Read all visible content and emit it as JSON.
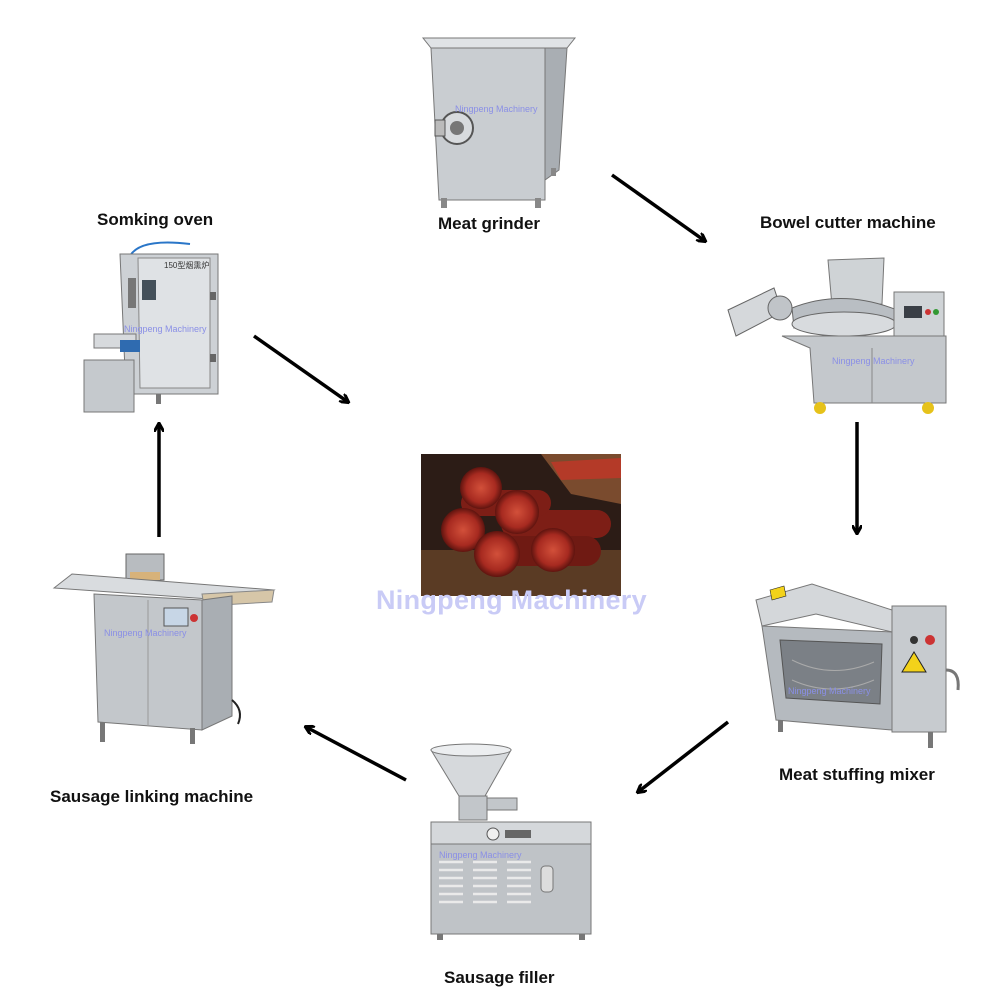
{
  "steps": {
    "meat_grinder": "Meat grinder",
    "bowel_cutter": "Bowel cutter machine",
    "stuffing_mixer": "Meat stuffing mixer",
    "sausage_filler": "Sausage filler",
    "linking_machine": "Sausage linking machine",
    "smoking_oven": "Somking oven"
  },
  "watermark": {
    "main": "Ningpeng Machinery",
    "small": "Ningpeng Machinery"
  },
  "oven_plate": "150型烟熏炉",
  "colors": {
    "steel": "#c4c8cc",
    "steel_dark": "#8f959b",
    "arrow": "#000000",
    "watermark": "#c9cbf6"
  }
}
